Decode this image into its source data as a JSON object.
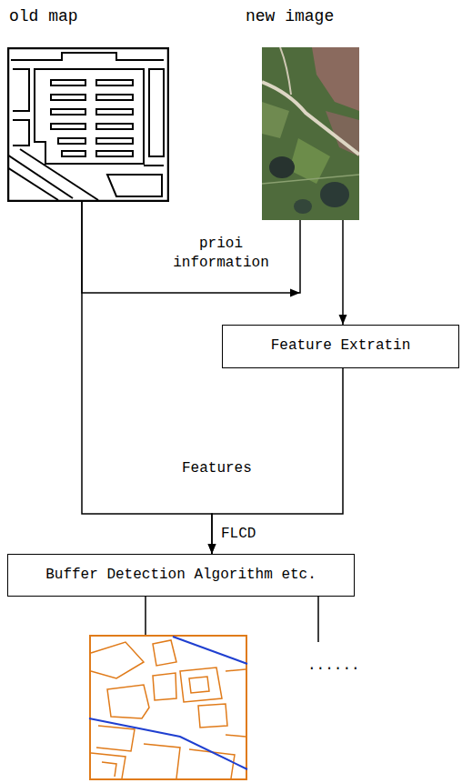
{
  "diagram": {
    "nodes": [
      {
        "text": [
          "old map"
        ]
      },
      {
        "text": [
          "new image"
        ]
      },
      {
        "text": [
          "Feature Extratin"
        ]
      },
      {
        "text": [
          "Buffer Detection Algorithm etc."
        ]
      }
    ],
    "edges": [
      {
        "from": 0,
        "to": 1,
        "arrow": "to",
        "label": "prioi information"
      },
      {
        "from": 1,
        "to": 2,
        "arrow": "to"
      },
      {
        "from": 0,
        "to": 3,
        "arrow": "to"
      },
      {
        "from": 2,
        "to": 3,
        "arrow": "to"
      }
    ],
    "labels": [
      "Features",
      "FLCD",
      "......"
    ]
  }
}
